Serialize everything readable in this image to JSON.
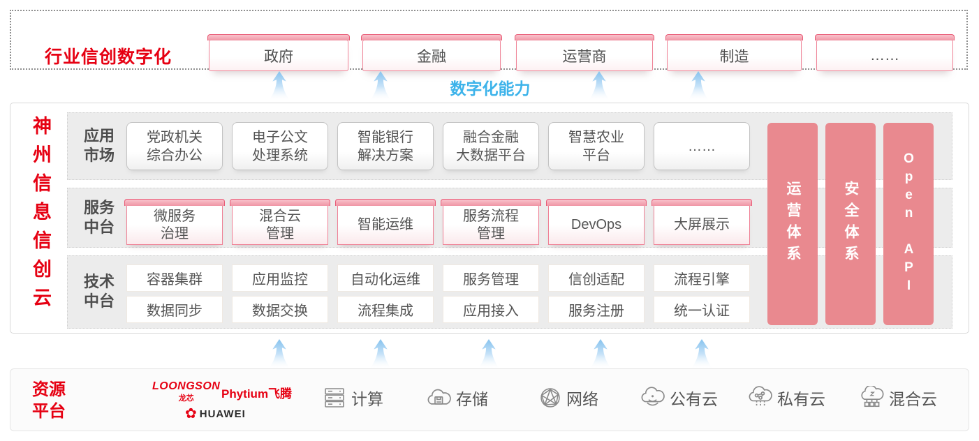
{
  "top_banner": {
    "title": "行业信创数字化",
    "industries": [
      "政府",
      "金融",
      "运营商",
      "制造",
      "……"
    ]
  },
  "capability_label": "数字化能力",
  "platform": {
    "vertical_title": "神州信息信创云",
    "app_row": {
      "label": "应用\n市场",
      "items": [
        "党政机关\n综合办公",
        "电子公文\n处理系统",
        "智能银行\n解决方案",
        "融合金融\n大数据平台",
        "智慧农业\n平台",
        "……"
      ]
    },
    "service_row": {
      "label": "服务\n中台",
      "items": [
        "微服务\n治理",
        "混合云\n管理",
        "智能运维",
        "服务流程\n管理",
        "DevOps",
        "大屏展示"
      ]
    },
    "tech_row": {
      "label": "技术\n中台",
      "items_top": [
        "容器集群",
        "应用监控",
        "自动化运维",
        "服务管理",
        "信创适配",
        "流程引擎"
      ],
      "items_bottom": [
        "数据同步",
        "数据交换",
        "流程集成",
        "应用接入",
        "服务注册",
        "统一认证"
      ]
    },
    "side_bars": [
      "运营体系",
      "安全体系",
      "Open API"
    ]
  },
  "resources": {
    "label": "资源\n平台",
    "vendors": {
      "loongson": "LOONGSON",
      "loongson_sub": "龙芯",
      "phytium": "Phytium飞腾",
      "huawei_flower": "✿",
      "huawei": "HUAWEI"
    },
    "items": [
      {
        "icon": "server-icon",
        "label": "计算"
      },
      {
        "icon": "storage-cloud-icon",
        "label": "存储"
      },
      {
        "icon": "network-icon",
        "label": "网络"
      },
      {
        "icon": "public-cloud-icon",
        "label": "公有云"
      },
      {
        "icon": "private-cloud-icon",
        "label": "私有云"
      },
      {
        "icon": "hybrid-cloud-icon",
        "label": "混合云"
      }
    ]
  },
  "colors": {
    "brand_red": "#e60012",
    "accent_pink": "#e9898f",
    "accent_blue": "#3db3ea"
  }
}
